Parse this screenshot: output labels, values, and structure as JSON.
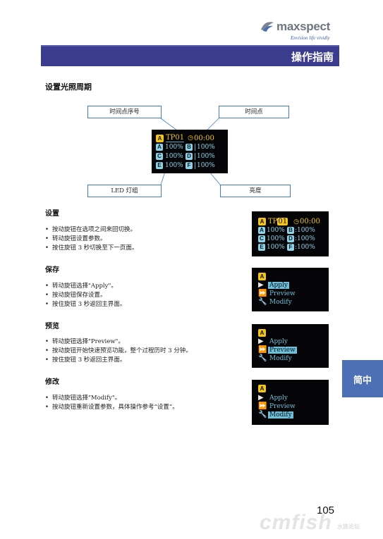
{
  "logo": {
    "brand": "maxspect",
    "tagline": "Envision life vividly"
  },
  "header": {
    "title": "操作指南"
  },
  "section": {
    "title": "设置光照周期"
  },
  "callouts": {
    "tp_index": "时间点序号",
    "time_point": "时间点",
    "led_group": "LED 灯组",
    "brightness": "亮度"
  },
  "main_screen": {
    "mode_badge": "A",
    "tp_label": "TP01",
    "clock_icon": "clock-icon",
    "time": "00:00",
    "channels": [
      {
        "badge": "A",
        "value": "100%"
      },
      {
        "badge": "B",
        "value": "100%"
      },
      {
        "badge": "C",
        "value": "100%"
      },
      {
        "badge": "D",
        "value": "100%"
      },
      {
        "badge": "E",
        "value": "100%"
      },
      {
        "badge": "F",
        "value": "100%"
      }
    ]
  },
  "settings_screen": {
    "mode_badge": "A",
    "tp_prefix": "TP",
    "tp_number": "01",
    "time": "00:00",
    "channels": [
      {
        "badge": "A",
        "value": "100%"
      },
      {
        "badge": "B",
        "value": ":100%"
      },
      {
        "badge": "C",
        "value": "100%"
      },
      {
        "badge": "D",
        "value": ":100%"
      },
      {
        "badge": "E",
        "value": "100%"
      },
      {
        "badge": "F",
        "value": ":100%"
      }
    ]
  },
  "menu": {
    "mode_badge": "A",
    "items": [
      {
        "label": "Apply",
        "icon": "play-icon"
      },
      {
        "label": "Preview",
        "icon": "fast-forward-icon"
      },
      {
        "label": "Modify",
        "icon": "wrench-icon"
      }
    ]
  },
  "blocks": [
    {
      "title": "设置",
      "bullets": [
        "按动旋钮在选项之间来回切换。",
        "转动旋钮设置参数。",
        "按住旋钮 3 秒切换至下一页面。"
      ]
    },
    {
      "title": "保存",
      "bullets": [
        "转动旋钮选择\"Apply\"。",
        "按动旋钮保存设置。",
        "按住旋钮 3 秒返回主界面。"
      ]
    },
    {
      "title": "预览",
      "bullets": [
        "转动旋钮选择\"Preview\"。",
        "按动旋钮开始快速预览功能，整个过程历时 3 分钟。",
        "按住旋钮 3 秒返回主界面。"
      ]
    },
    {
      "title": "修改",
      "bullets": [
        "转动旋钮选择\"Modify\"。",
        "按动旋钮重新设置参数，具体操作参考“设置”。"
      ]
    }
  ],
  "side_tab": {
    "label": "简中"
  },
  "page_number": "105",
  "watermark": {
    "text": "cmfish",
    "sub": "水族论坛"
  },
  "colors": {
    "header_bar": "#3b3c8e",
    "side_tab": "#4d6fb5",
    "oled_yellow": "#f2c518",
    "oled_cyan": "#8fd3e6",
    "callout_border": "#3e7ec0"
  }
}
